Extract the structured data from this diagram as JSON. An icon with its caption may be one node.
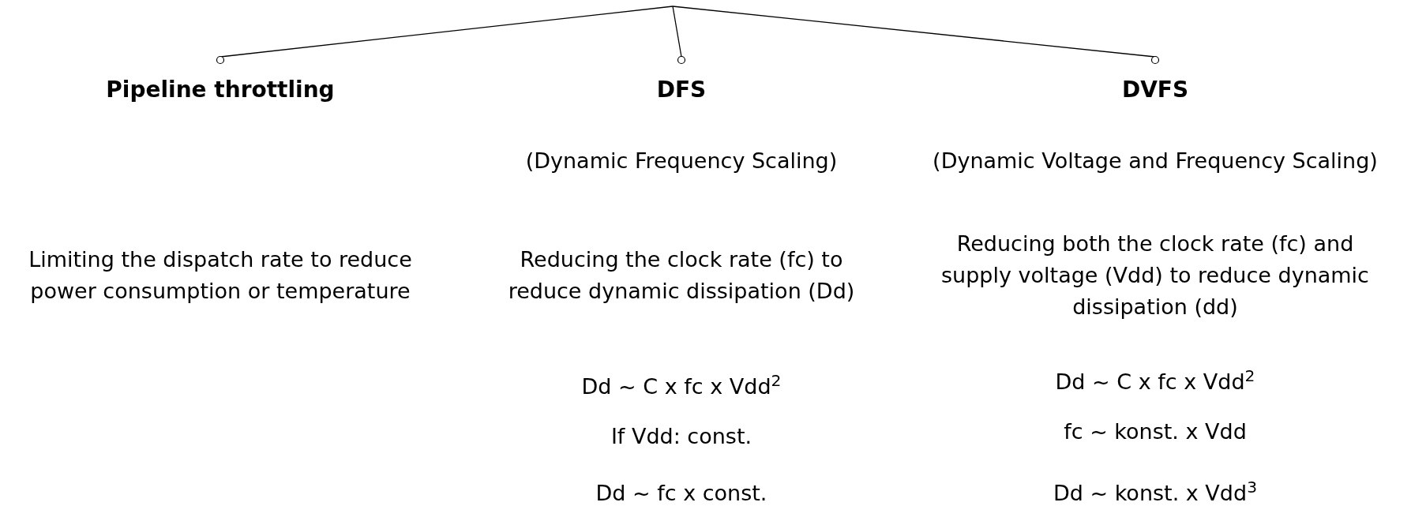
{
  "diagram": {
    "nodes": [
      {
        "text": [
          "Pipeline throttling",
          "Limiting the dispatch rate to reduce power consumption or temperature"
        ]
      },
      {
        "text": [
          "DFS",
          "(Dynamic Frequency Scaling)",
          "Reducing the clock rate (fc) to reduce dynamic dissipation (Dd)",
          "Dd ~ C x fc x Vdd$^{2}$",
          "If Vdd: const.",
          "Dd ~  fc x const."
        ]
      },
      {
        "text": [
          "DVFS",
          "(Dynamic Voltage and Frequency Scaling)",
          "Reducing both the clock rate (fc) and supply voltage (Vdd) to reduce dynamic dissipation (dd)",
          "Dd ~ C x fc x Vdd$^{2}$",
          "fc ~ konst. x Vdd",
          "Dd ~  konst. x Vdd$^{3}$"
        ]
      }
    ],
    "edges": [
      {
        "from": null,
        "to": 0,
        "arrow": "other"
      },
      {
        "from": null,
        "to": 1,
        "arrow": "other"
      },
      {
        "from": null,
        "to": 2,
        "arrow": "other"
      }
    ]
  }
}
